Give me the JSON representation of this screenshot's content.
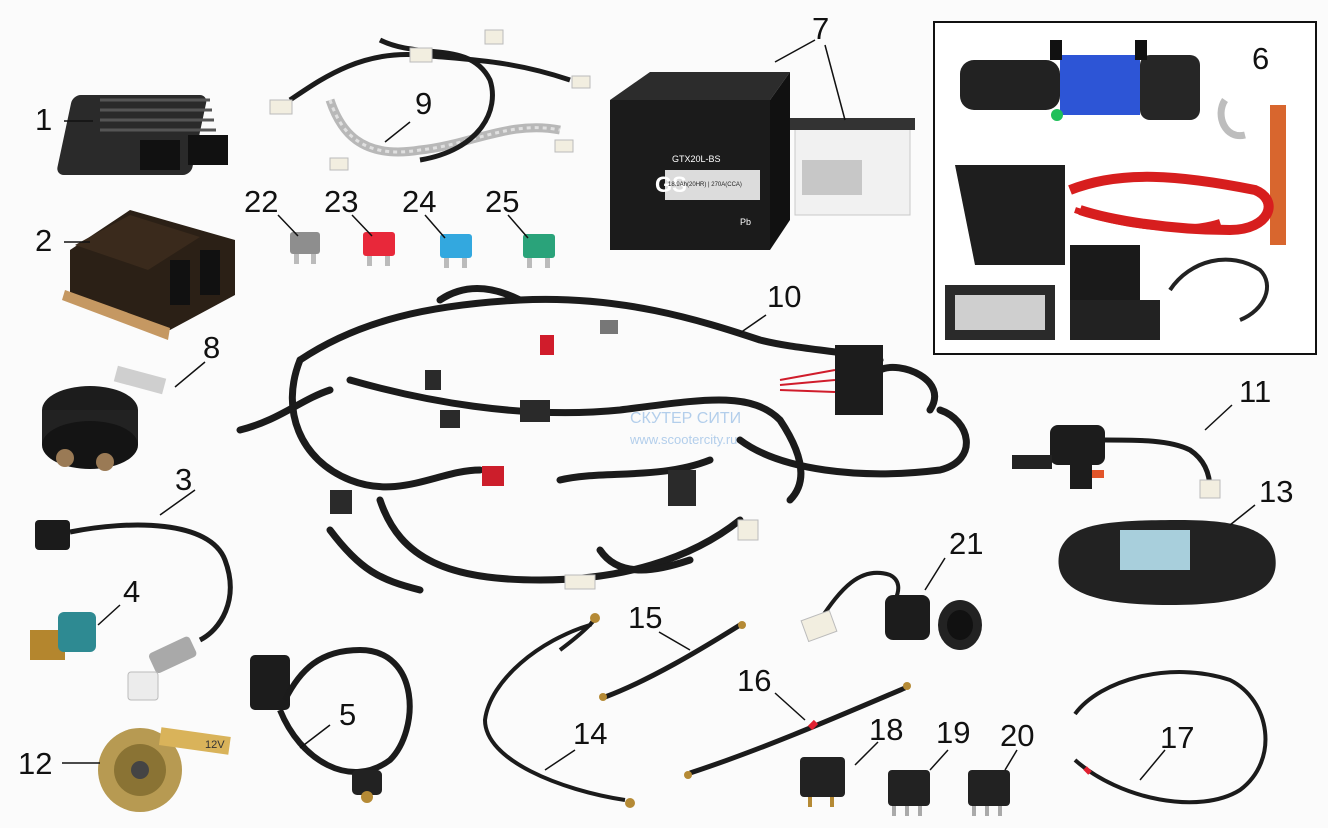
{
  "labels": [
    "1",
    "2",
    "3",
    "4",
    "5",
    "6",
    "7",
    "8",
    "9",
    "10",
    "11",
    "12",
    "13",
    "14",
    "15",
    "16",
    "17",
    "18",
    "19",
    "20",
    "21",
    "22",
    "23",
    "24",
    "25"
  ],
  "battery": {
    "brand": "GS",
    "model": "GTX20L-BS",
    "spec": "18.9Ah(20HR) | 270A(CCA)",
    "pb": "Pb"
  },
  "horn_mark": "12V",
  "watermark": {
    "name": "СКУТЕР СИТИ",
    "url": "www.scootercity.ru"
  },
  "colors": {
    "fuse_grey": "#8e8e8e",
    "fuse_red": "#e8283a",
    "fuse_blue": "#33a8df",
    "fuse_green": "#2aa37a",
    "winch_rope": "#2d55d6",
    "winch_cable_red": "#d71e1e",
    "wire": "#1b1b1b"
  }
}
